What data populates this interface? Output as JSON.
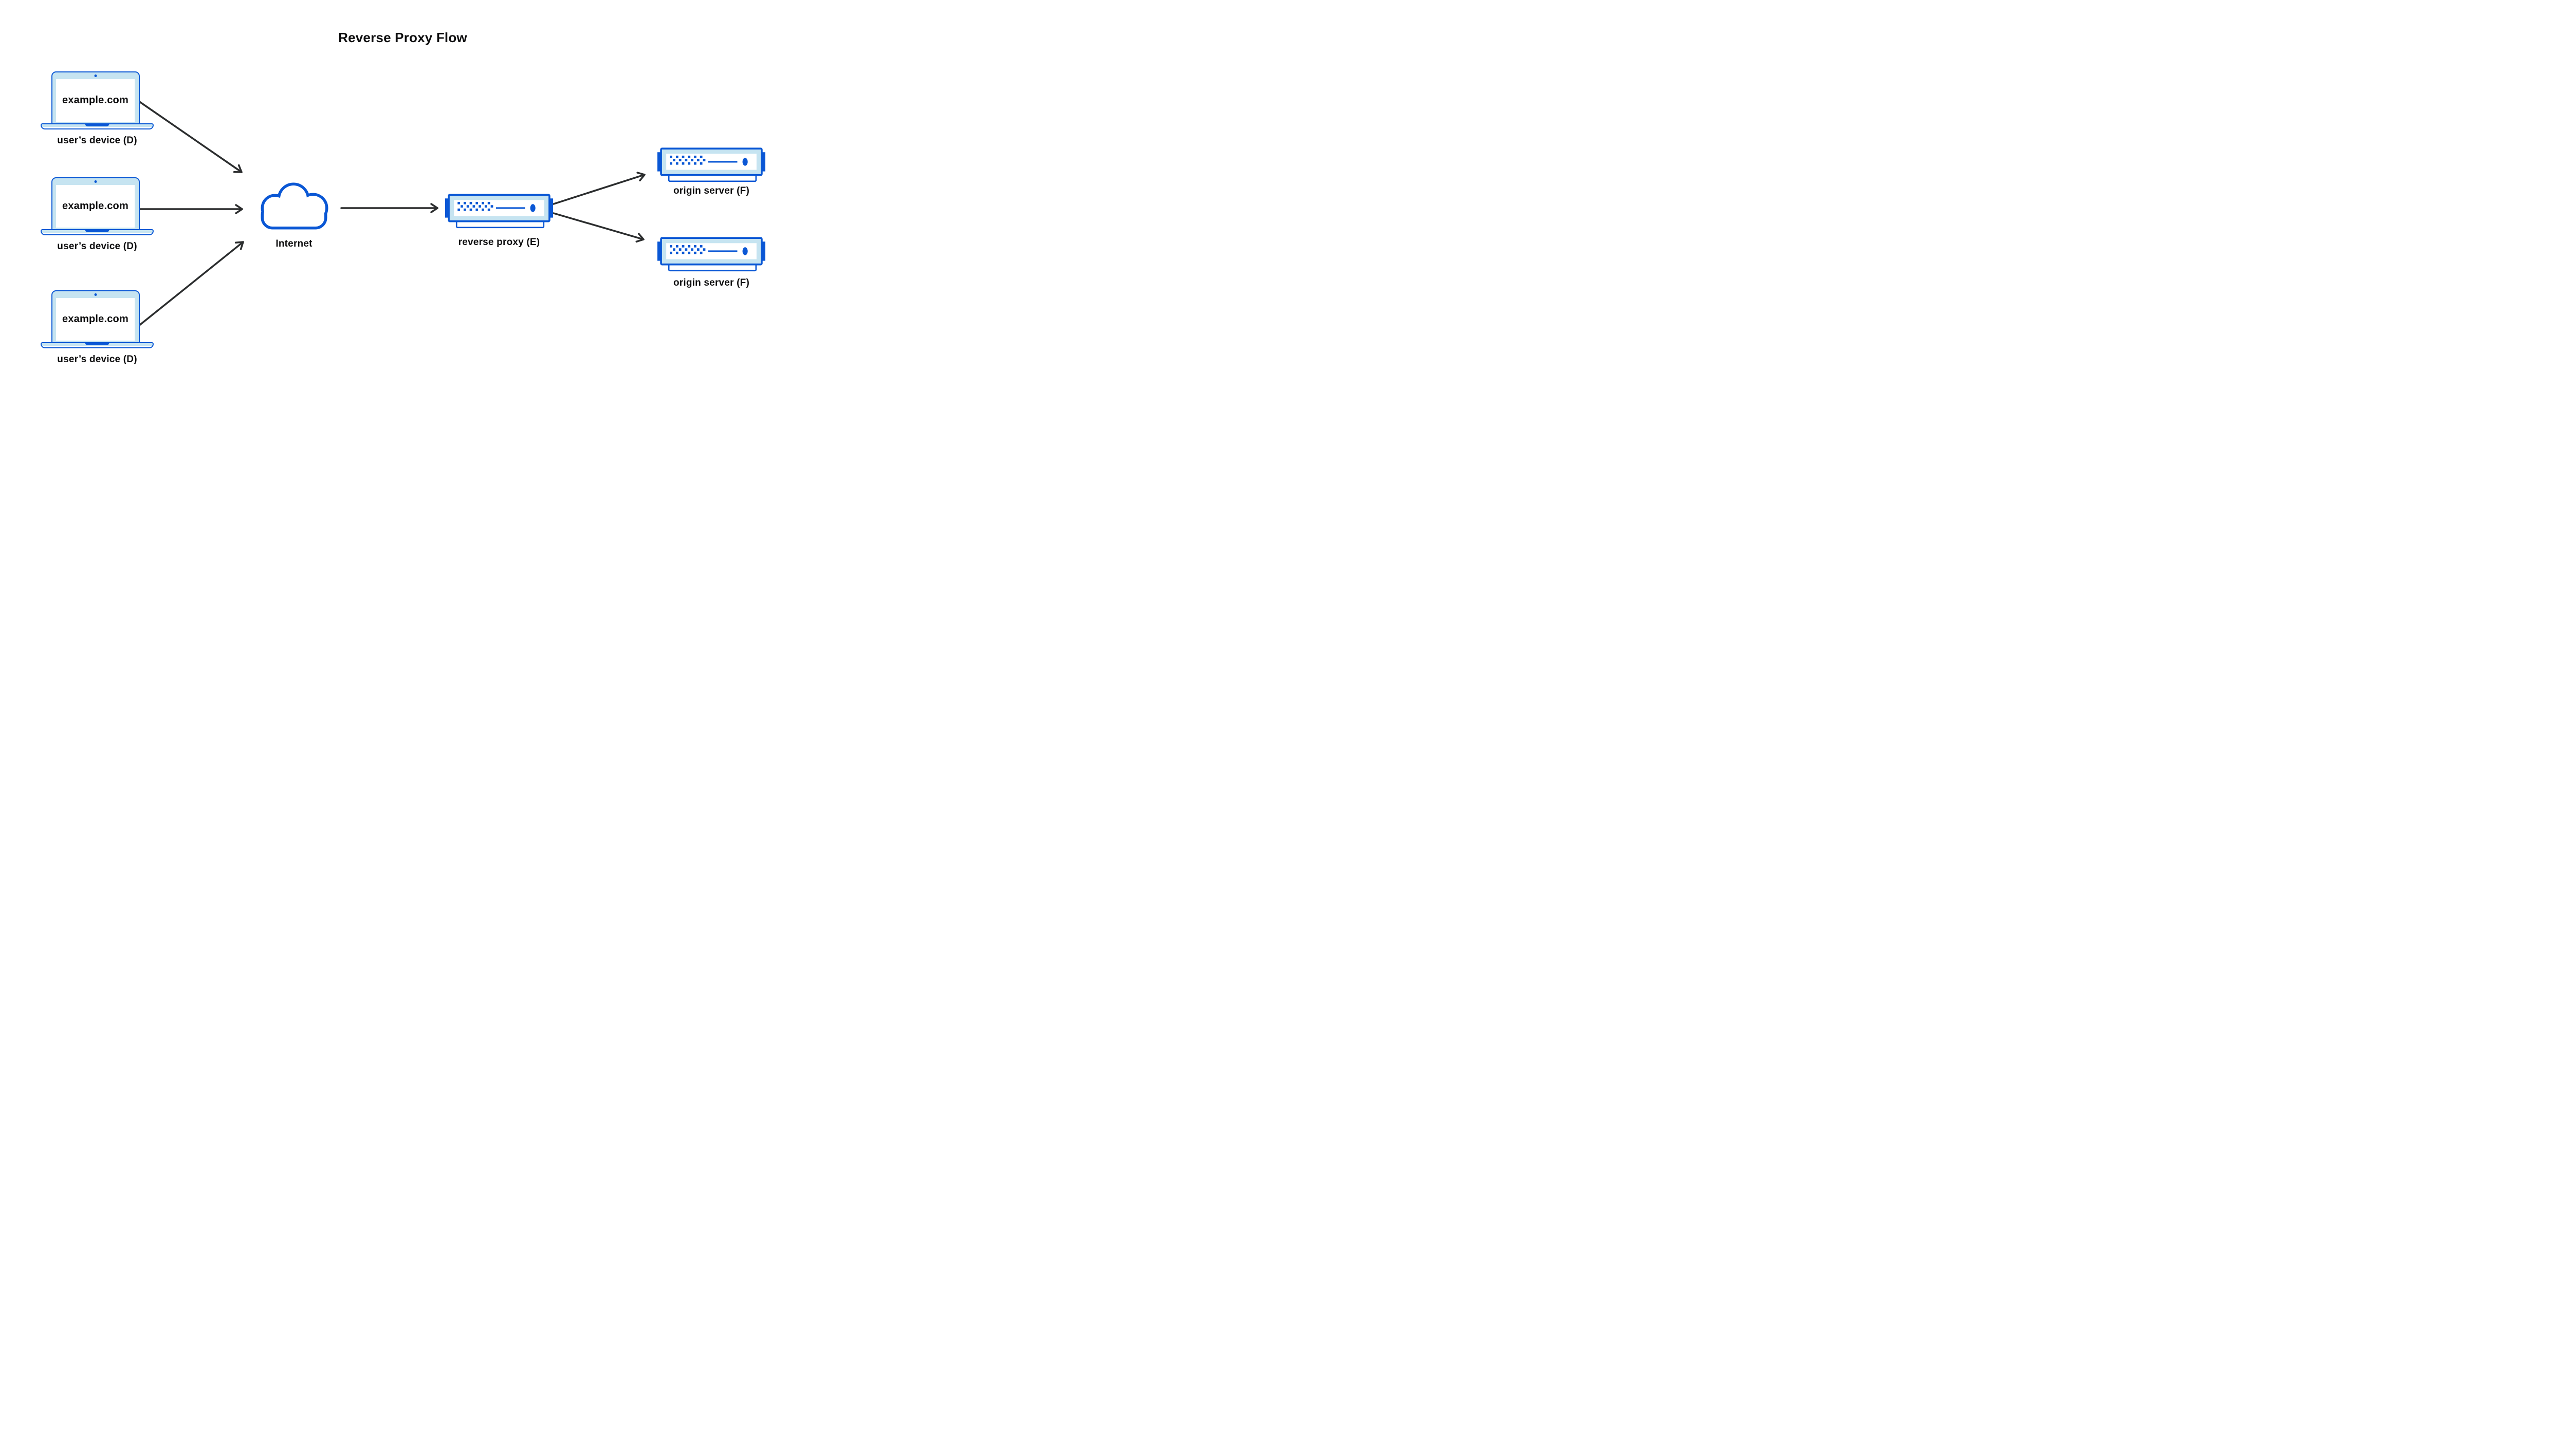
{
  "title": "Reverse Proxy Flow",
  "devices": [
    {
      "screen_text": "example.com",
      "label": "user’s device (D)"
    },
    {
      "screen_text": "example.com",
      "label": "user’s device (D)"
    },
    {
      "screen_text": "example.com",
      "label": "user’s device (D)"
    }
  ],
  "internet": {
    "label": "Internet"
  },
  "reverse_proxy": {
    "label": "reverse proxy (E)"
  },
  "origin_servers": [
    {
      "label": "origin server (F)"
    },
    {
      "label": "origin server (F)"
    }
  ],
  "colors": {
    "primary_blue": "#0a57d5",
    "light_blue": "#c6e4f1",
    "arrow_ink": "#2b2d2e",
    "text_ink": "#0d0d0e"
  }
}
